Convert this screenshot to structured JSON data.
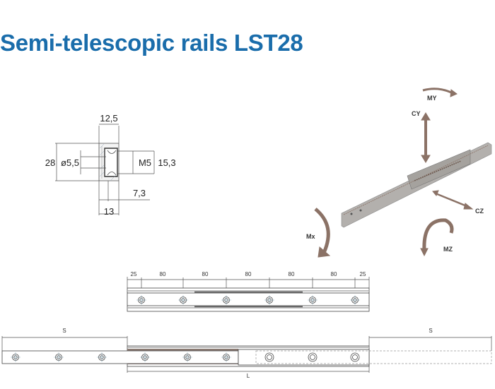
{
  "title": "Semi-telescopic rails LST28",
  "cross_section": {
    "width_top": "12,5",
    "height": "28",
    "hole_diameter": "ø5,5",
    "thread": "M5",
    "inner_height": "15,3",
    "offset": "7,3",
    "width_bottom": "13"
  },
  "load_diagram": {
    "my": "MY",
    "cy": "CY",
    "cz": "CZ",
    "mx": "Mx",
    "mz": "MZ",
    "arrow_color": "#8b7266"
  },
  "top_view": {
    "dims": [
      "25",
      "80",
      "80",
      "80",
      "80",
      "80",
      "25"
    ]
  },
  "extended_view": {
    "stroke_left": "S",
    "stroke_right": "S",
    "length": "L"
  }
}
